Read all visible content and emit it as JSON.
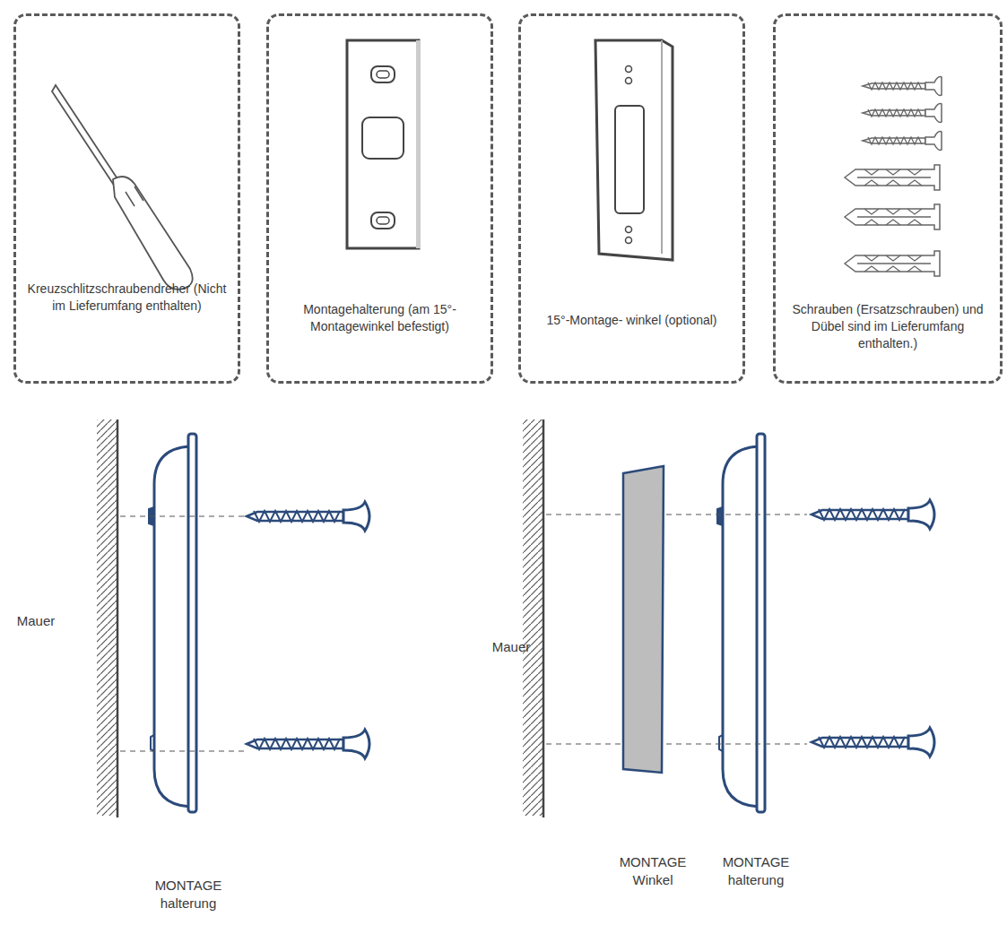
{
  "diagram": {
    "nodes": [
      {
        "text": [
          "Kreuzschlitzschraubendreher (Nicht im Lieferumfang enthalten)"
        ]
      },
      {
        "text": [
          "Montagehalterung (am 15°-Montagewinkel befestigt)"
        ]
      },
      {
        "text": [
          "15°-Montage- winkel (optional)"
        ]
      },
      {
        "text": [
          "Schrauben (Ersatzschrauben) und Dübel sind im Lieferumfang enthalten.)"
        ]
      }
    ],
    "labels": [
      "Mauer",
      "MONTAGE halterung",
      "Mauer",
      "MONTAGE Winkel",
      "MONTAGE halterung"
    ]
  }
}
